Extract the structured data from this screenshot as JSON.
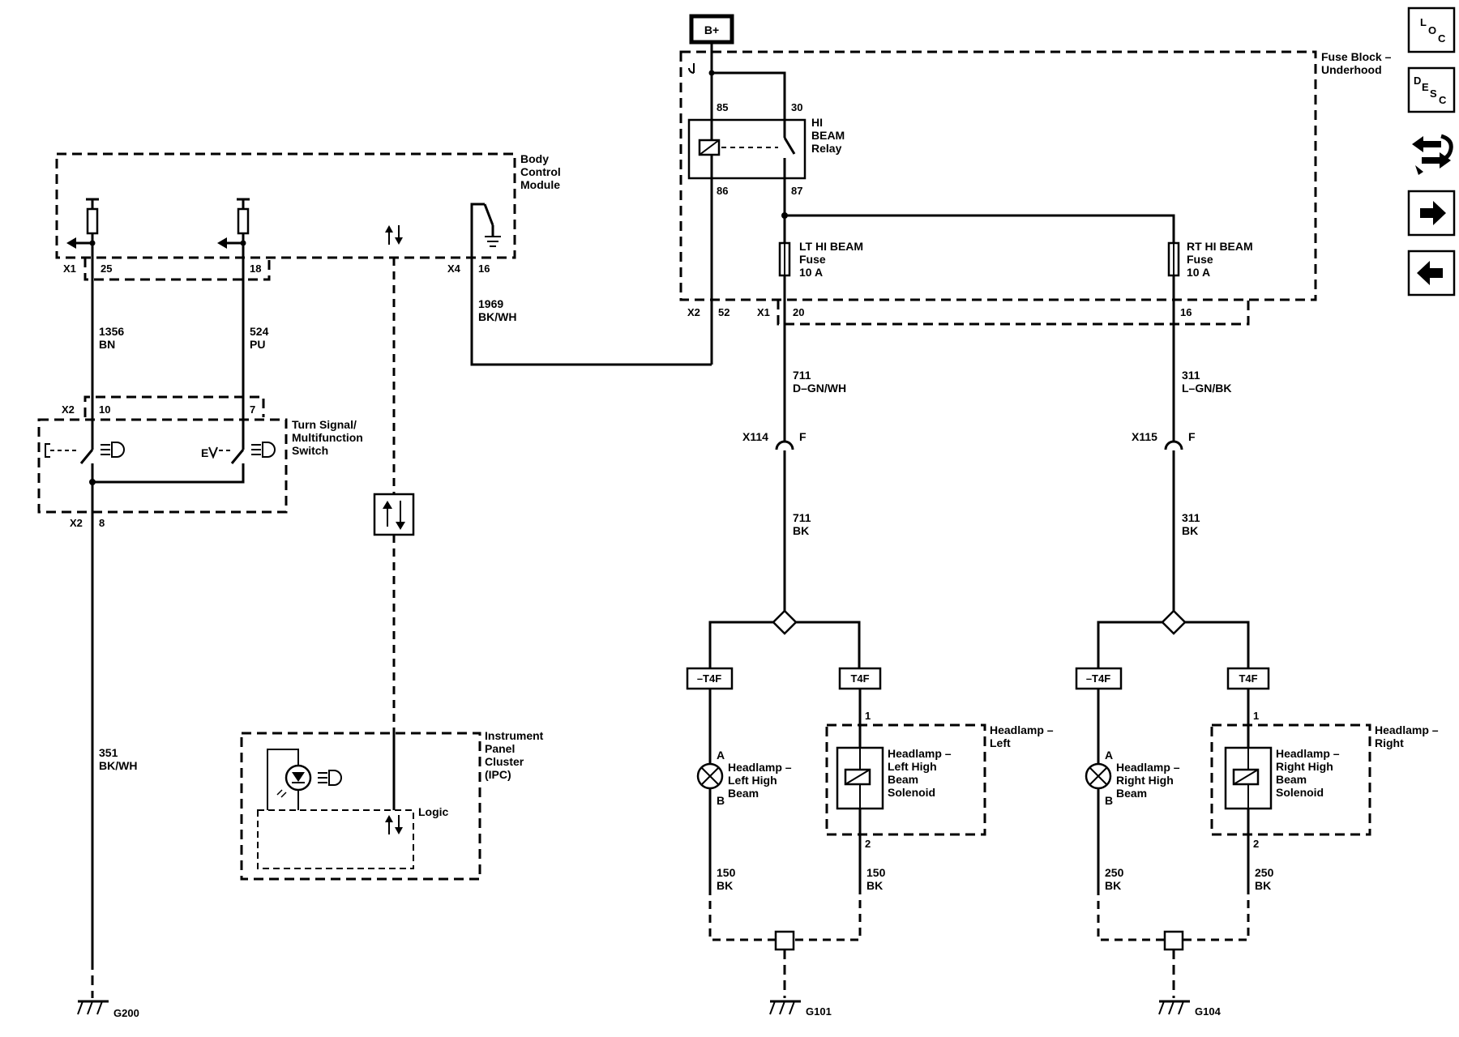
{
  "supply": {
    "label": "B+"
  },
  "fuse_block": {
    "title_1": "Fuse Block –",
    "title_2": "Underhood",
    "relay": {
      "name_1": "HI",
      "name_2": "BEAM",
      "name_3": "Relay",
      "pin_85": "85",
      "pin_30": "30",
      "pin_86": "86",
      "pin_87": "87"
    },
    "fuse_lt": {
      "name_1": "LT HI BEAM",
      "name_2": "Fuse",
      "rating": "10 A"
    },
    "fuse_rt": {
      "name_1": "RT HI BEAM",
      "name_2": "Fuse",
      "rating": "10 A"
    },
    "conn_x2": "X2",
    "pin_52": "52",
    "conn_x1": "X1",
    "pin_20": "20",
    "pin_16": "16"
  },
  "bcm": {
    "title_1": "Body",
    "title_2": "Control",
    "title_3": "Module",
    "conn_x1": "X1",
    "pin_25": "25",
    "pin_18": "18",
    "conn_x4": "X4",
    "pin_16": "16"
  },
  "wires": {
    "w1356": {
      "num": "1356",
      "color": "BN"
    },
    "w524": {
      "num": "524",
      "color": "PU"
    },
    "w1969": {
      "num": "1969",
      "color": "BK/WH"
    },
    "w351": {
      "num": "351",
      "color": "BK/WH"
    },
    "w711a": {
      "num": "711",
      "color": "D–GN/WH"
    },
    "w711b": {
      "num": "711",
      "color": "BK"
    },
    "w311a": {
      "num": "311",
      "color": "L–GN/BK"
    },
    "w311b": {
      "num": "311",
      "color": "BK"
    },
    "w150a": {
      "num": "150",
      "color": "BK"
    },
    "w150b": {
      "num": "150",
      "color": "BK"
    },
    "w250a": {
      "num": "250",
      "color": "BK"
    },
    "w250b": {
      "num": "250",
      "color": "BK"
    }
  },
  "switch": {
    "title_1": "Turn Signal/",
    "title_2": "Multifunction",
    "title_3": "Switch",
    "conn_x2_top": "X2",
    "pin_10": "10",
    "pin_7": "7",
    "conn_x2_bot": "X2",
    "pin_8": "8"
  },
  "ipc": {
    "title_1": "Instrument",
    "title_2": "Panel",
    "title_3": "Cluster",
    "title_4": "(IPC)",
    "logic": "Logic"
  },
  "inline_connectors": {
    "x114": {
      "name": "X114",
      "pin": "F"
    },
    "x115": {
      "name": "X115",
      "pin": "F"
    }
  },
  "terminals": {
    "t_lt_lamp": "–T4F",
    "t_lt_sol": "T4F",
    "t_rt_lamp": "–T4F",
    "t_rt_sol": "T4F"
  },
  "headlamp_left": {
    "title_1": "Headlamp –",
    "title_2": "Left",
    "lamp_1": "Headlamp –",
    "lamp_2": "Left High",
    "lamp_3": "Beam",
    "pin_a": "A",
    "pin_b": "B",
    "sol_1": "Headlamp –",
    "sol_2": "Left High",
    "sol_3": "Beam",
    "sol_4": "Solenoid",
    "pin_1": "1",
    "pin_2": "2"
  },
  "headlamp_right": {
    "title_1": "Headlamp –",
    "title_2": "Right",
    "lamp_1": "Headlamp –",
    "lamp_2": "Right High",
    "lamp_3": "Beam",
    "pin_a": "A",
    "pin_b": "B",
    "sol_1": "Headlamp –",
    "sol_2": "Right High",
    "sol_3": "Beam",
    "sol_4": "Solenoid",
    "pin_1": "1",
    "pin_2": "2"
  },
  "grounds": {
    "g200": "G200",
    "g101": "G101",
    "g104": "G104"
  },
  "nav": {
    "loc": {
      "l1": "L",
      "l2": "O",
      "l3": "C",
      "icon": "location-icon"
    },
    "desc": {
      "l1": "D",
      "l2": "E",
      "l3": "S",
      "l4": "C",
      "icon": "description-icon"
    },
    "tools_icon": "wrench-arrows-icon",
    "next_icon": "arrow-right-icon",
    "prev_icon": "arrow-left-icon"
  }
}
